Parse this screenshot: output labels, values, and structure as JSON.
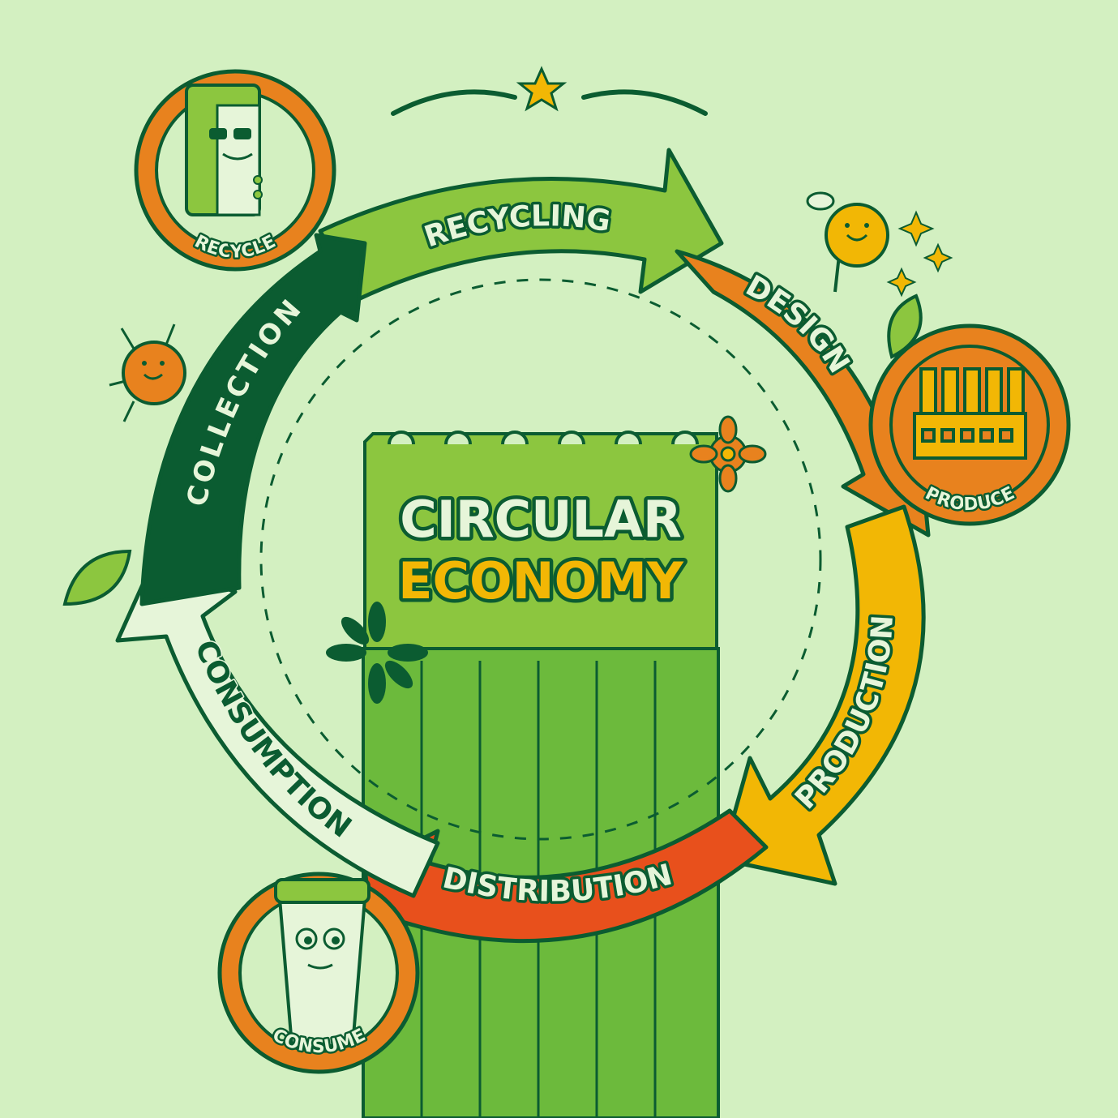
{
  "title": {
    "line1": "CIRCULAR",
    "line2": "ECONOMY"
  },
  "stages": [
    {
      "id": "recycling",
      "label": "RECYCLING",
      "color": "#8cc63f"
    },
    {
      "id": "design",
      "label": "DESIGN",
      "color": "#e8821e"
    },
    {
      "id": "production",
      "label": "PRODUCTION",
      "color": "#f2b705"
    },
    {
      "id": "distribution",
      "label": "DISTRIBUTION",
      "color": "#e8501c"
    },
    {
      "id": "consumption",
      "label": "CONSUMPTION",
      "color": "#e6f5d9"
    },
    {
      "id": "collection",
      "label": "COLLECTION",
      "color": "#0b5c31"
    }
  ],
  "badges": [
    {
      "id": "recycle",
      "label": "RECYCLE",
      "icon": "recycling-bin-mascot-icon"
    },
    {
      "id": "produce",
      "label": "PRODUCE",
      "icon": "factory-icon"
    },
    {
      "id": "consume",
      "label": "CONSUME",
      "icon": "cup-mascot-icon"
    }
  ],
  "colors": {
    "background": "#d3f0c1",
    "outline": "#0b5c31",
    "badge_fill": "#e8821e",
    "title_light": "#e6f5d9",
    "title_accent": "#f2b705"
  }
}
